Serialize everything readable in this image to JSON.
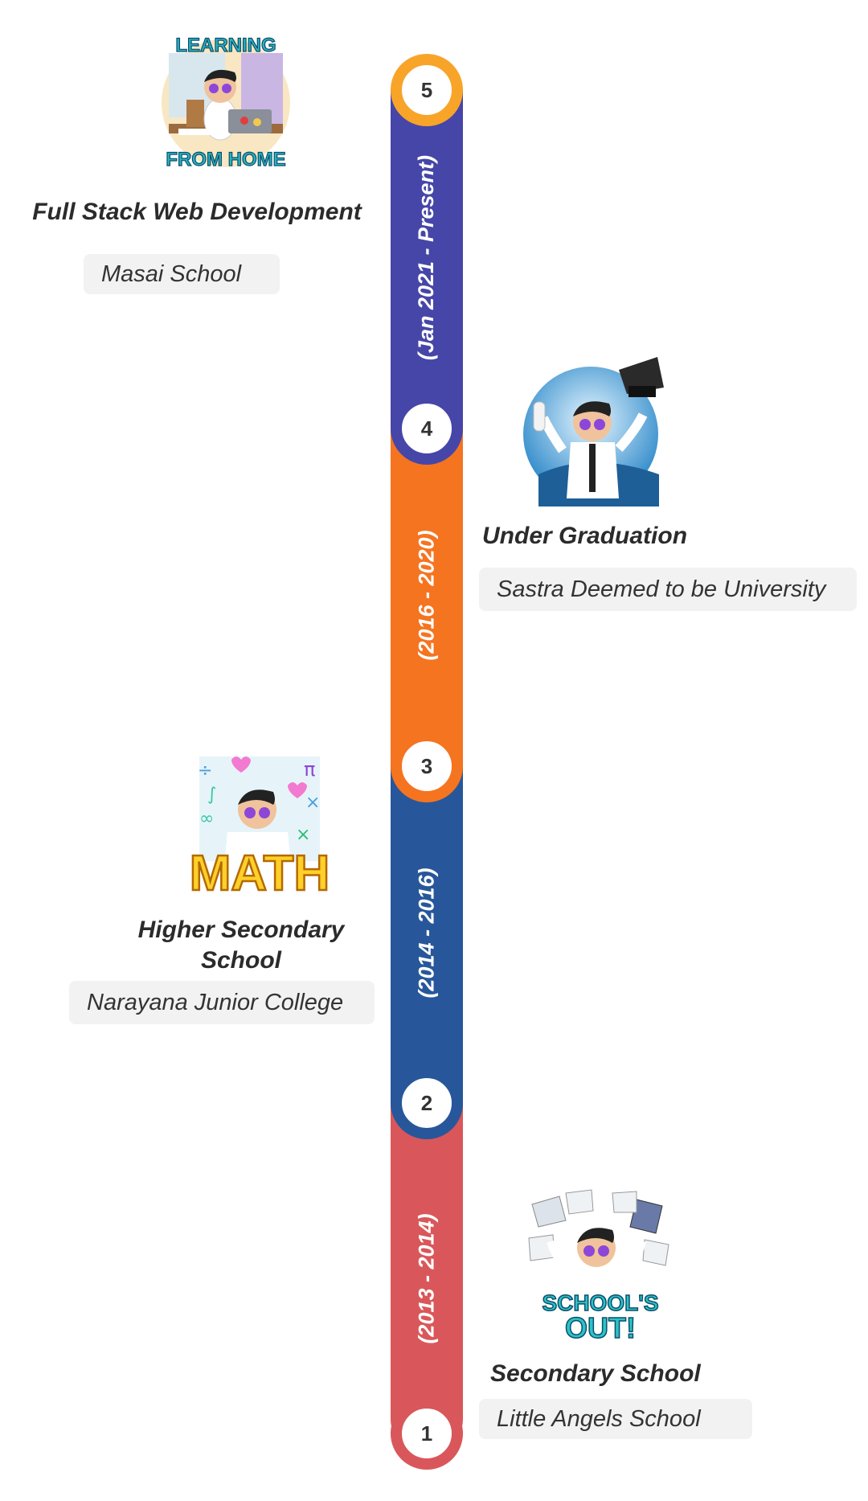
{
  "colors": {
    "segment_5": "#4646a8",
    "segment_4": "#f57420",
    "segment_3": "#27579a",
    "segment_2": "#d9575a",
    "node_5_ring": "#f8a429"
  },
  "timeline": [
    {
      "number": "5",
      "period": "(Jan 2021 - Present)",
      "title": "Full Stack Web Development",
      "place": "Masai School",
      "icon": "learning-from-home-sticker-icon",
      "badge_top": "LEARNING",
      "badge_bottom": "FROM HOME"
    },
    {
      "number": "4",
      "period": "(2016 - 2020)",
      "title": "Under Graduation",
      "place": "Sastra Deemed to be University",
      "icon": "graduation-sticker-icon"
    },
    {
      "number": "3",
      "period": "(2014 - 2016)",
      "title": "Higher Secondary School",
      "title_line1": "Higher Secondary",
      "title_line2": "School",
      "place": "Narayana Junior College",
      "icon": "math-sticker-icon",
      "badge": "MATH"
    },
    {
      "number": "2",
      "period": "(2013 - 2014)",
      "title": "Secondary School",
      "place": "Little Angels School",
      "icon": "schools-out-sticker-icon",
      "badge_top": "SCHOOL'S",
      "badge_bottom": "OUT!"
    },
    {
      "number": "1"
    }
  ]
}
